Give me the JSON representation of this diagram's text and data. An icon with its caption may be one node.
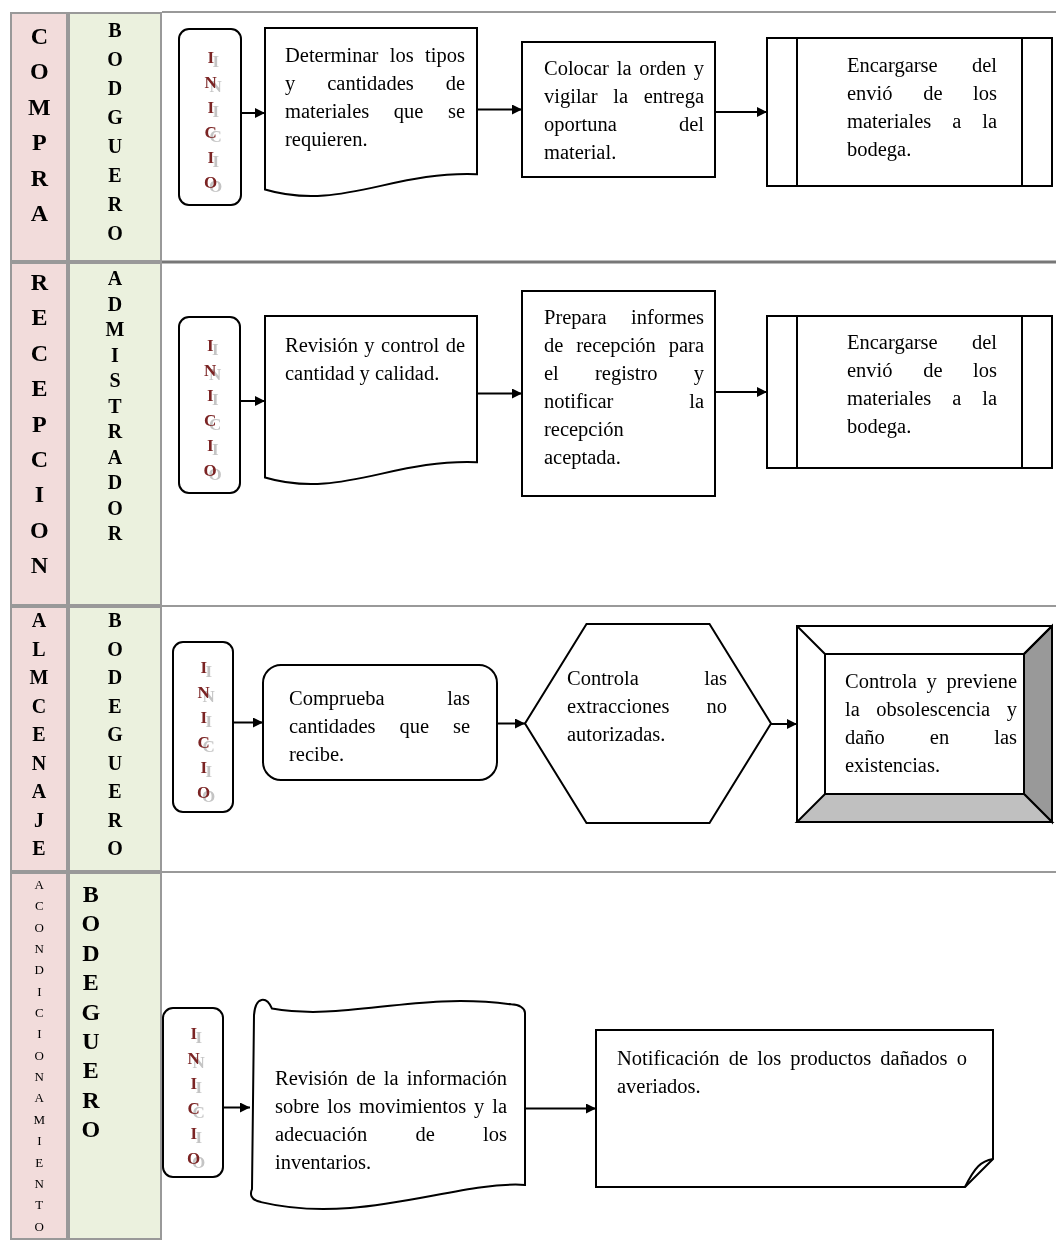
{
  "diagram": {
    "nodes": [
      {
        "text": [
          "COMPRA"
        ]
      },
      {
        "text": [
          "BODGUERO"
        ]
      },
      {
        "text": [
          "INICIO"
        ]
      },
      {
        "text": [
          "Determinar los tipos y cantidades de materiales que se requieren."
        ]
      },
      {
        "text": [
          "Colocar la orden y vigilar la entrega oportuna del material."
        ]
      },
      {
        "text": [
          "Encargarse del envió de los materiales a la bodega."
        ]
      },
      {
        "text": [
          "RECEPCION"
        ]
      },
      {
        "text": [
          "ADMISTRADOR"
        ]
      },
      {
        "text": [
          "INICIO"
        ]
      },
      {
        "text": [
          "Revisión y control de cantidad y calidad."
        ]
      },
      {
        "text": [
          "Prepara informes de recepción para el registro y notificar la recepción aceptada."
        ]
      },
      {
        "text": [
          "Encargarse del envió de los materiales a la bodega."
        ]
      },
      {
        "text": [
          "ALMCENAJE"
        ]
      },
      {
        "text": [
          "BODEGUERO"
        ]
      },
      {
        "text": [
          "INICIO"
        ]
      },
      {
        "text": [
          "Comprueba las cantidades que se recibe."
        ]
      },
      {
        "text": [
          "Controla las extracciones no autorizadas."
        ]
      },
      {
        "text": [
          "Controla y previene la obsolescencia y daño en las existencias."
        ]
      },
      {
        "text": [
          "ACONDICIONAMIENTO"
        ]
      },
      {
        "text": [
          "BODEGUERO"
        ]
      },
      {
        "text": [
          "INICIO"
        ]
      },
      {
        "text": [
          "Revisión de la información sobre los movimientos y la adecuación de los inventarios."
        ]
      },
      {
        "text": [
          "Notificación de los productos dañados o averiados."
        ]
      }
    ],
    "edges": [
      {
        "from": 2,
        "to": 3,
        "arrow": "to"
      },
      {
        "from": 3,
        "to": 4,
        "arrow": "to"
      },
      {
        "from": 4,
        "to": 5,
        "arrow": "to"
      },
      {
        "from": 8,
        "to": 9,
        "arrow": "to"
      },
      {
        "from": 9,
        "to": 10,
        "arrow": "to"
      },
      {
        "from": 10,
        "to": 11,
        "arrow": "to"
      },
      {
        "from": 14,
        "to": 15,
        "arrow": "to"
      },
      {
        "from": 15,
        "to": 16,
        "arrow": "to"
      },
      {
        "from": 16,
        "to": 17,
        "arrow": "to"
      },
      {
        "from": 20,
        "to": 21,
        "arrow": "to"
      },
      {
        "from": 21,
        "to": 22,
        "arrow": "to"
      }
    ]
  }
}
